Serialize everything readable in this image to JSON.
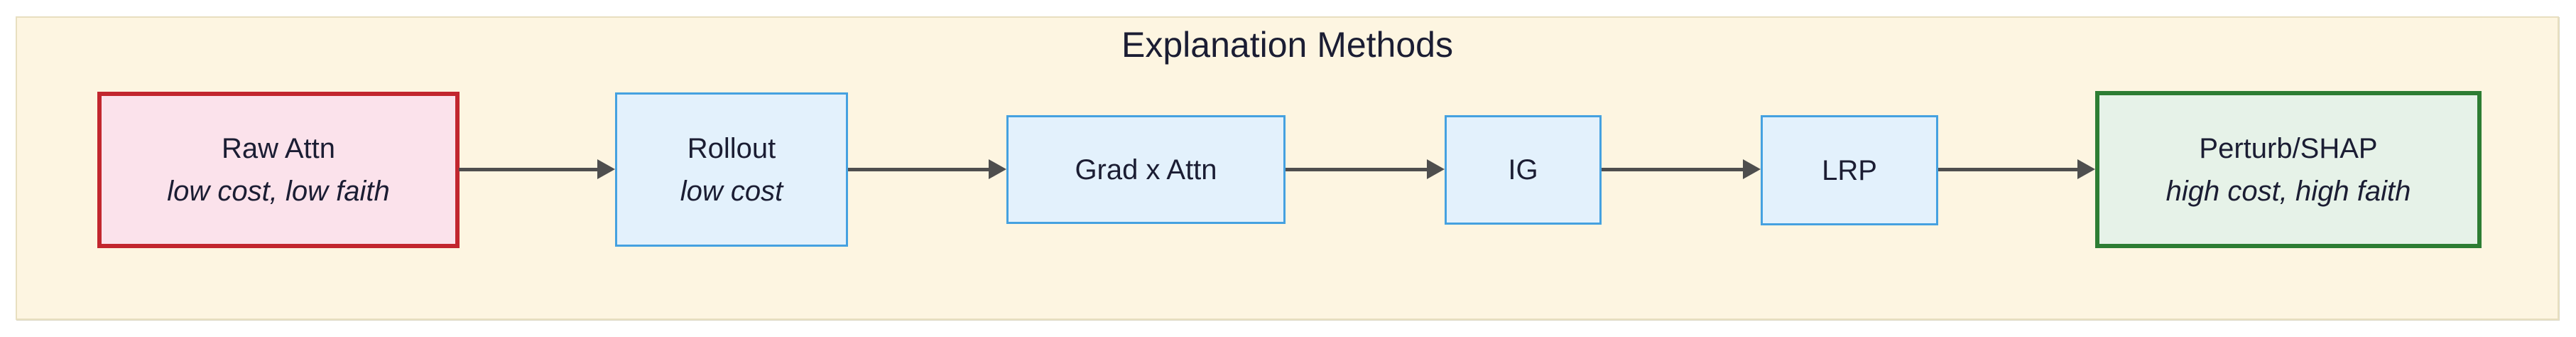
{
  "diagram": {
    "title": "Explanation Methods",
    "colors": {
      "page_background": "#ffffff",
      "cluster_fill": "#fdf5e1",
      "cluster_border": "#e8dfc0",
      "text": "#1b1d33",
      "arrow": "#4e4e4e",
      "red_node_border": "#c2262e",
      "red_node_fill": "#fbe2eb",
      "blue_node_border": "#45a1e0",
      "blue_node_fill": "#e3f1fc",
      "green_node_border": "#2d7d33",
      "green_node_fill": "#e6f2e8"
    },
    "nodes": [
      {
        "id": "raw-attn",
        "title": "Raw Attn",
        "subtitle": "low cost, low faith",
        "variant": "red"
      },
      {
        "id": "rollout",
        "title": "Rollout",
        "subtitle": "low cost",
        "variant": "blue"
      },
      {
        "id": "grad-x-attn",
        "title": "Grad x Attn",
        "subtitle": "",
        "variant": "blue"
      },
      {
        "id": "ig",
        "title": "IG",
        "subtitle": "",
        "variant": "blue"
      },
      {
        "id": "lrp",
        "title": "LRP",
        "subtitle": "",
        "variant": "blue"
      },
      {
        "id": "perturb-shap",
        "title": "Perturb/SHAP",
        "subtitle": "high cost, high faith",
        "variant": "green"
      }
    ],
    "edges": [
      {
        "from": "raw-attn",
        "to": "rollout"
      },
      {
        "from": "rollout",
        "to": "grad-x-attn"
      },
      {
        "from": "grad-x-attn",
        "to": "ig"
      },
      {
        "from": "ig",
        "to": "lrp"
      },
      {
        "from": "lrp",
        "to": "perturb-shap"
      }
    ]
  }
}
